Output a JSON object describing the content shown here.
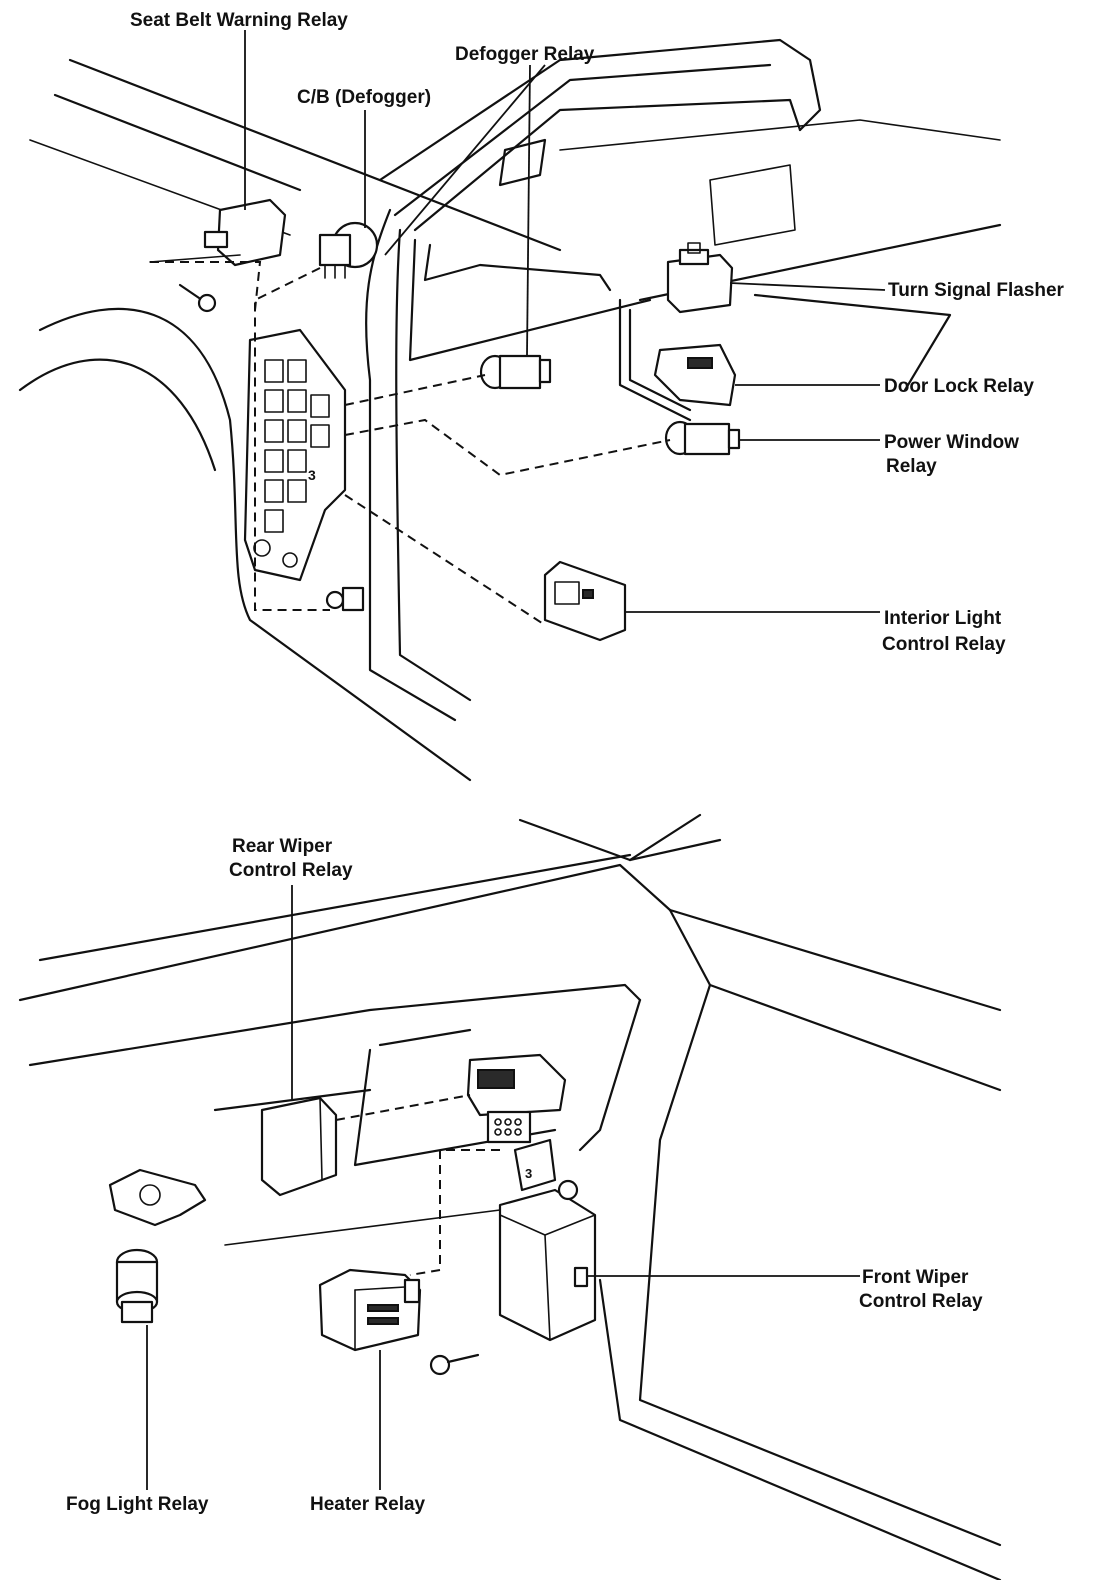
{
  "labels": {
    "seat_belt_warning_relay": "Seat Belt Warning Relay",
    "cb_defogger": "C/B (Defogger)",
    "defogger_relay": "Defogger Relay",
    "turn_signal_flasher": "Turn Signal Flasher",
    "door_lock_relay": "Door Lock Relay",
    "power_window_relay_line1": "Power Window",
    "power_window_relay_line2": "Relay",
    "interior_light_control_relay_line1": "Interior Light",
    "interior_light_control_relay_line2": "Control Relay",
    "rear_wiper_control_relay_line1": "Rear Wiper",
    "rear_wiper_control_relay_line2": "Control Relay",
    "front_wiper_control_relay_line1": "Front Wiper",
    "front_wiper_control_relay_line2": "Control Relay",
    "fog_light_relay": "Fog Light Relay",
    "heater_relay": "Heater Relay"
  },
  "fuse_block_mark": "3",
  "bracket_mark": "3",
  "colors": {
    "ink": "#111111",
    "paper": "#ffffff"
  }
}
